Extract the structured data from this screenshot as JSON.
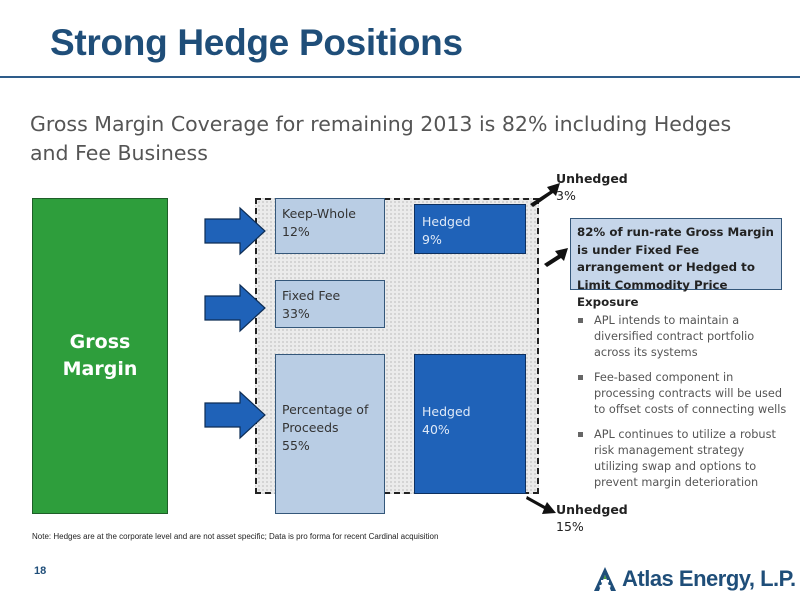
{
  "title": "Strong Hedge Positions",
  "subtitle": "Gross Margin Coverage for remaining 2013 is 82% including Hedges and Fee Business",
  "gross_margin": {
    "line1": "Gross",
    "line2": "Margin"
  },
  "segments": {
    "keep_whole": {
      "label": "Keep-Whole",
      "pct": "12%"
    },
    "fixed_fee": {
      "label": "Fixed Fee",
      "pct": "33%"
    },
    "pop": {
      "line1": "Percentage of",
      "line2": "Proceeds",
      "pct": "55%"
    }
  },
  "hedged_boxes": {
    "top": {
      "label": "Hedged",
      "pct": "9%"
    },
    "bottom": {
      "label": "Hedged",
      "pct": "40%"
    }
  },
  "unhedged": {
    "top": {
      "label": "Unhedged",
      "pct": "3%"
    },
    "bottom": {
      "label": "Unhedged",
      "pct": "15%"
    }
  },
  "callout": "82% of run-rate Gross Margin is under Fixed Fee arrangement or Hedged to Limit Commodity Price Exposure",
  "bullets": [
    "APL intends to maintain a diversified contract portfolio across its systems",
    "Fee-based component in processing contracts will be used to offset costs of connecting wells",
    "APL continues to utilize a robust risk management strategy utilizing swap and options to prevent margin deterioration"
  ],
  "note": "Note:  Hedges are at the corporate level and are not asset specific; Data is pro forma for recent Cardinal acquisition",
  "page_number": "18",
  "logo": {
    "text": "Atlas Energy, L.P."
  },
  "colors": {
    "title_blue": "#1f4e79",
    "gross_margin_green": "#2e9e3c",
    "segment_light_blue": "#b9cde4",
    "hedged_blue": "#1f62b8",
    "arrow_blue": "#1f62b8"
  },
  "icons": {
    "arrows": "block-arrow-right-icon",
    "logo": "derrick-logo-icon"
  }
}
